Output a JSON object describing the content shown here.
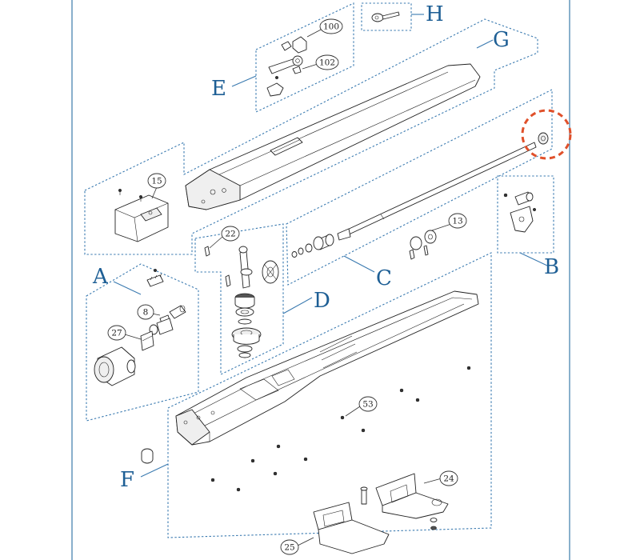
{
  "groups": {
    "A": "A",
    "B": "B",
    "C": "C",
    "D": "D",
    "E": "E",
    "F": "F",
    "G": "G",
    "H": "H"
  },
  "callouts": {
    "c8": "8",
    "c13": "13",
    "c15": "15",
    "c22": "22",
    "c24": "24",
    "c25": "25",
    "c27": "27",
    "c53": "53",
    "c100": "100",
    "c102": "102"
  },
  "colors": {
    "group_outline": "#3a7ab0",
    "group_letter": "#1e5f95",
    "highlight_circle": "#e0502a",
    "frame": "#4a86b0"
  }
}
